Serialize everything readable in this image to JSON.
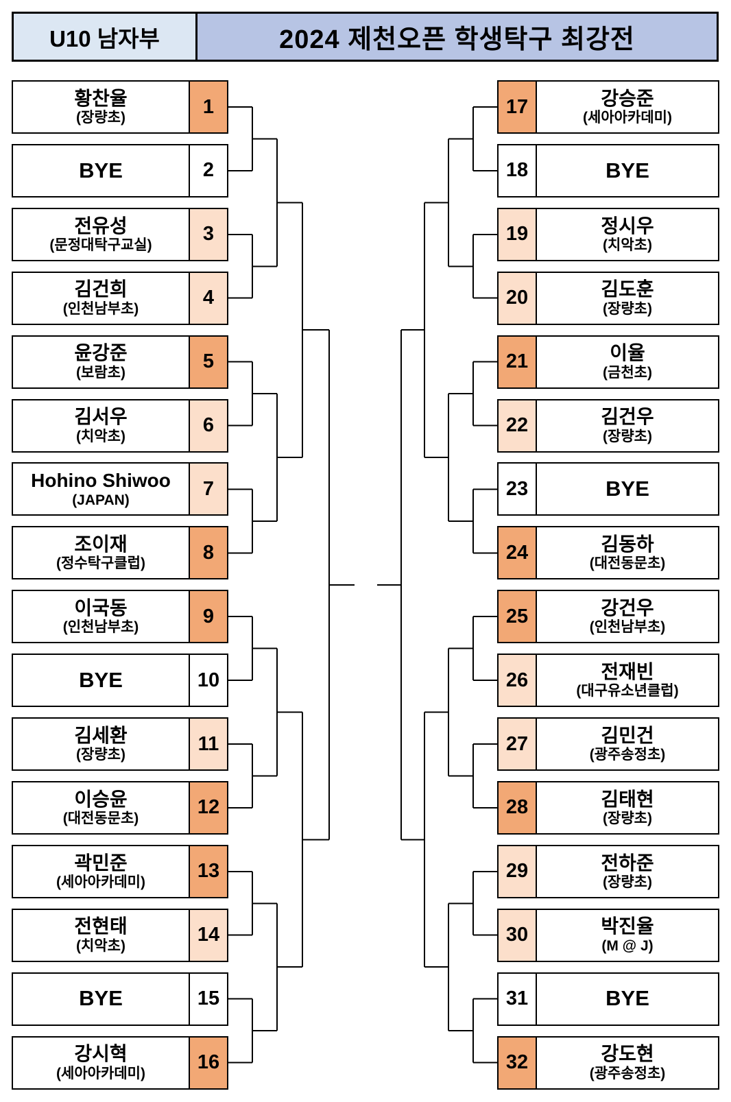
{
  "header": {
    "division": "U10 남자부",
    "title": "2024 제천오픈 학생탁구 최강전"
  },
  "colors": {
    "header_division_bg": "#DCE7F3",
    "header_title_bg": "#B7C4E4",
    "seed_dark": "#F2A875",
    "seed_light": "#FCDFCB",
    "seed_none": "#FFFFFF",
    "line": "#000000"
  },
  "entries": [
    {
      "seed": 1,
      "name": "황찬율",
      "club": "(장량초)",
      "shade": "dark"
    },
    {
      "seed": 2,
      "name": "BYE",
      "club": "",
      "shade": "none"
    },
    {
      "seed": 3,
      "name": "전유성",
      "club": "(문정대탁구교실)",
      "shade": "light"
    },
    {
      "seed": 4,
      "name": "김건희",
      "club": "(인천남부초)",
      "shade": "light"
    },
    {
      "seed": 5,
      "name": "윤강준",
      "club": "(보람초)",
      "shade": "dark"
    },
    {
      "seed": 6,
      "name": "김서우",
      "club": "(치악초)",
      "shade": "light"
    },
    {
      "seed": 7,
      "name": "Hohino Shiwoo",
      "club": "(JAPAN)",
      "shade": "light"
    },
    {
      "seed": 8,
      "name": "조이재",
      "club": "(정수탁구클럽)",
      "shade": "dark"
    },
    {
      "seed": 9,
      "name": "이국동",
      "club": "(인천남부초)",
      "shade": "dark"
    },
    {
      "seed": 10,
      "name": "BYE",
      "club": "",
      "shade": "none"
    },
    {
      "seed": 11,
      "name": "김세환",
      "club": "(장량초)",
      "shade": "light"
    },
    {
      "seed": 12,
      "name": "이승윤",
      "club": "(대전동문초)",
      "shade": "dark"
    },
    {
      "seed": 13,
      "name": "곽민준",
      "club": "(세아아카데미)",
      "shade": "dark"
    },
    {
      "seed": 14,
      "name": "전현태",
      "club": "(치악초)",
      "shade": "light"
    },
    {
      "seed": 15,
      "name": "BYE",
      "club": "",
      "shade": "none"
    },
    {
      "seed": 16,
      "name": "강시혁",
      "club": "(세아아카데미)",
      "shade": "dark"
    },
    {
      "seed": 17,
      "name": "강승준",
      "club": "(세아아카데미)",
      "shade": "dark"
    },
    {
      "seed": 18,
      "name": "BYE",
      "club": "",
      "shade": "none"
    },
    {
      "seed": 19,
      "name": "정시우",
      "club": "(치악초)",
      "shade": "light"
    },
    {
      "seed": 20,
      "name": "김도훈",
      "club": "(장량초)",
      "shade": "light"
    },
    {
      "seed": 21,
      "name": "이율",
      "club": "(금천초)",
      "shade": "dark"
    },
    {
      "seed": 22,
      "name": "김건우",
      "club": "(장량초)",
      "shade": "light"
    },
    {
      "seed": 23,
      "name": "BYE",
      "club": "",
      "shade": "none"
    },
    {
      "seed": 24,
      "name": "김동하",
      "club": "(대전동문초)",
      "shade": "dark"
    },
    {
      "seed": 25,
      "name": "강건우",
      "club": "(인천남부초)",
      "shade": "dark"
    },
    {
      "seed": 26,
      "name": "전재빈",
      "club": "(대구유소년클럽)",
      "shade": "light"
    },
    {
      "seed": 27,
      "name": "김민건",
      "club": "(광주송정초)",
      "shade": "light"
    },
    {
      "seed": 28,
      "name": "김태현",
      "club": "(장량초)",
      "shade": "dark"
    },
    {
      "seed": 29,
      "name": "전하준",
      "club": "(장량초)",
      "shade": "light"
    },
    {
      "seed": 30,
      "name": "박진율",
      "club": "(M @ J)",
      "shade": "light"
    },
    {
      "seed": 31,
      "name": "BYE",
      "club": "",
      "shade": "none"
    },
    {
      "seed": 32,
      "name": "강도현",
      "club": "(광주송정초)",
      "shade": "dark"
    }
  ]
}
